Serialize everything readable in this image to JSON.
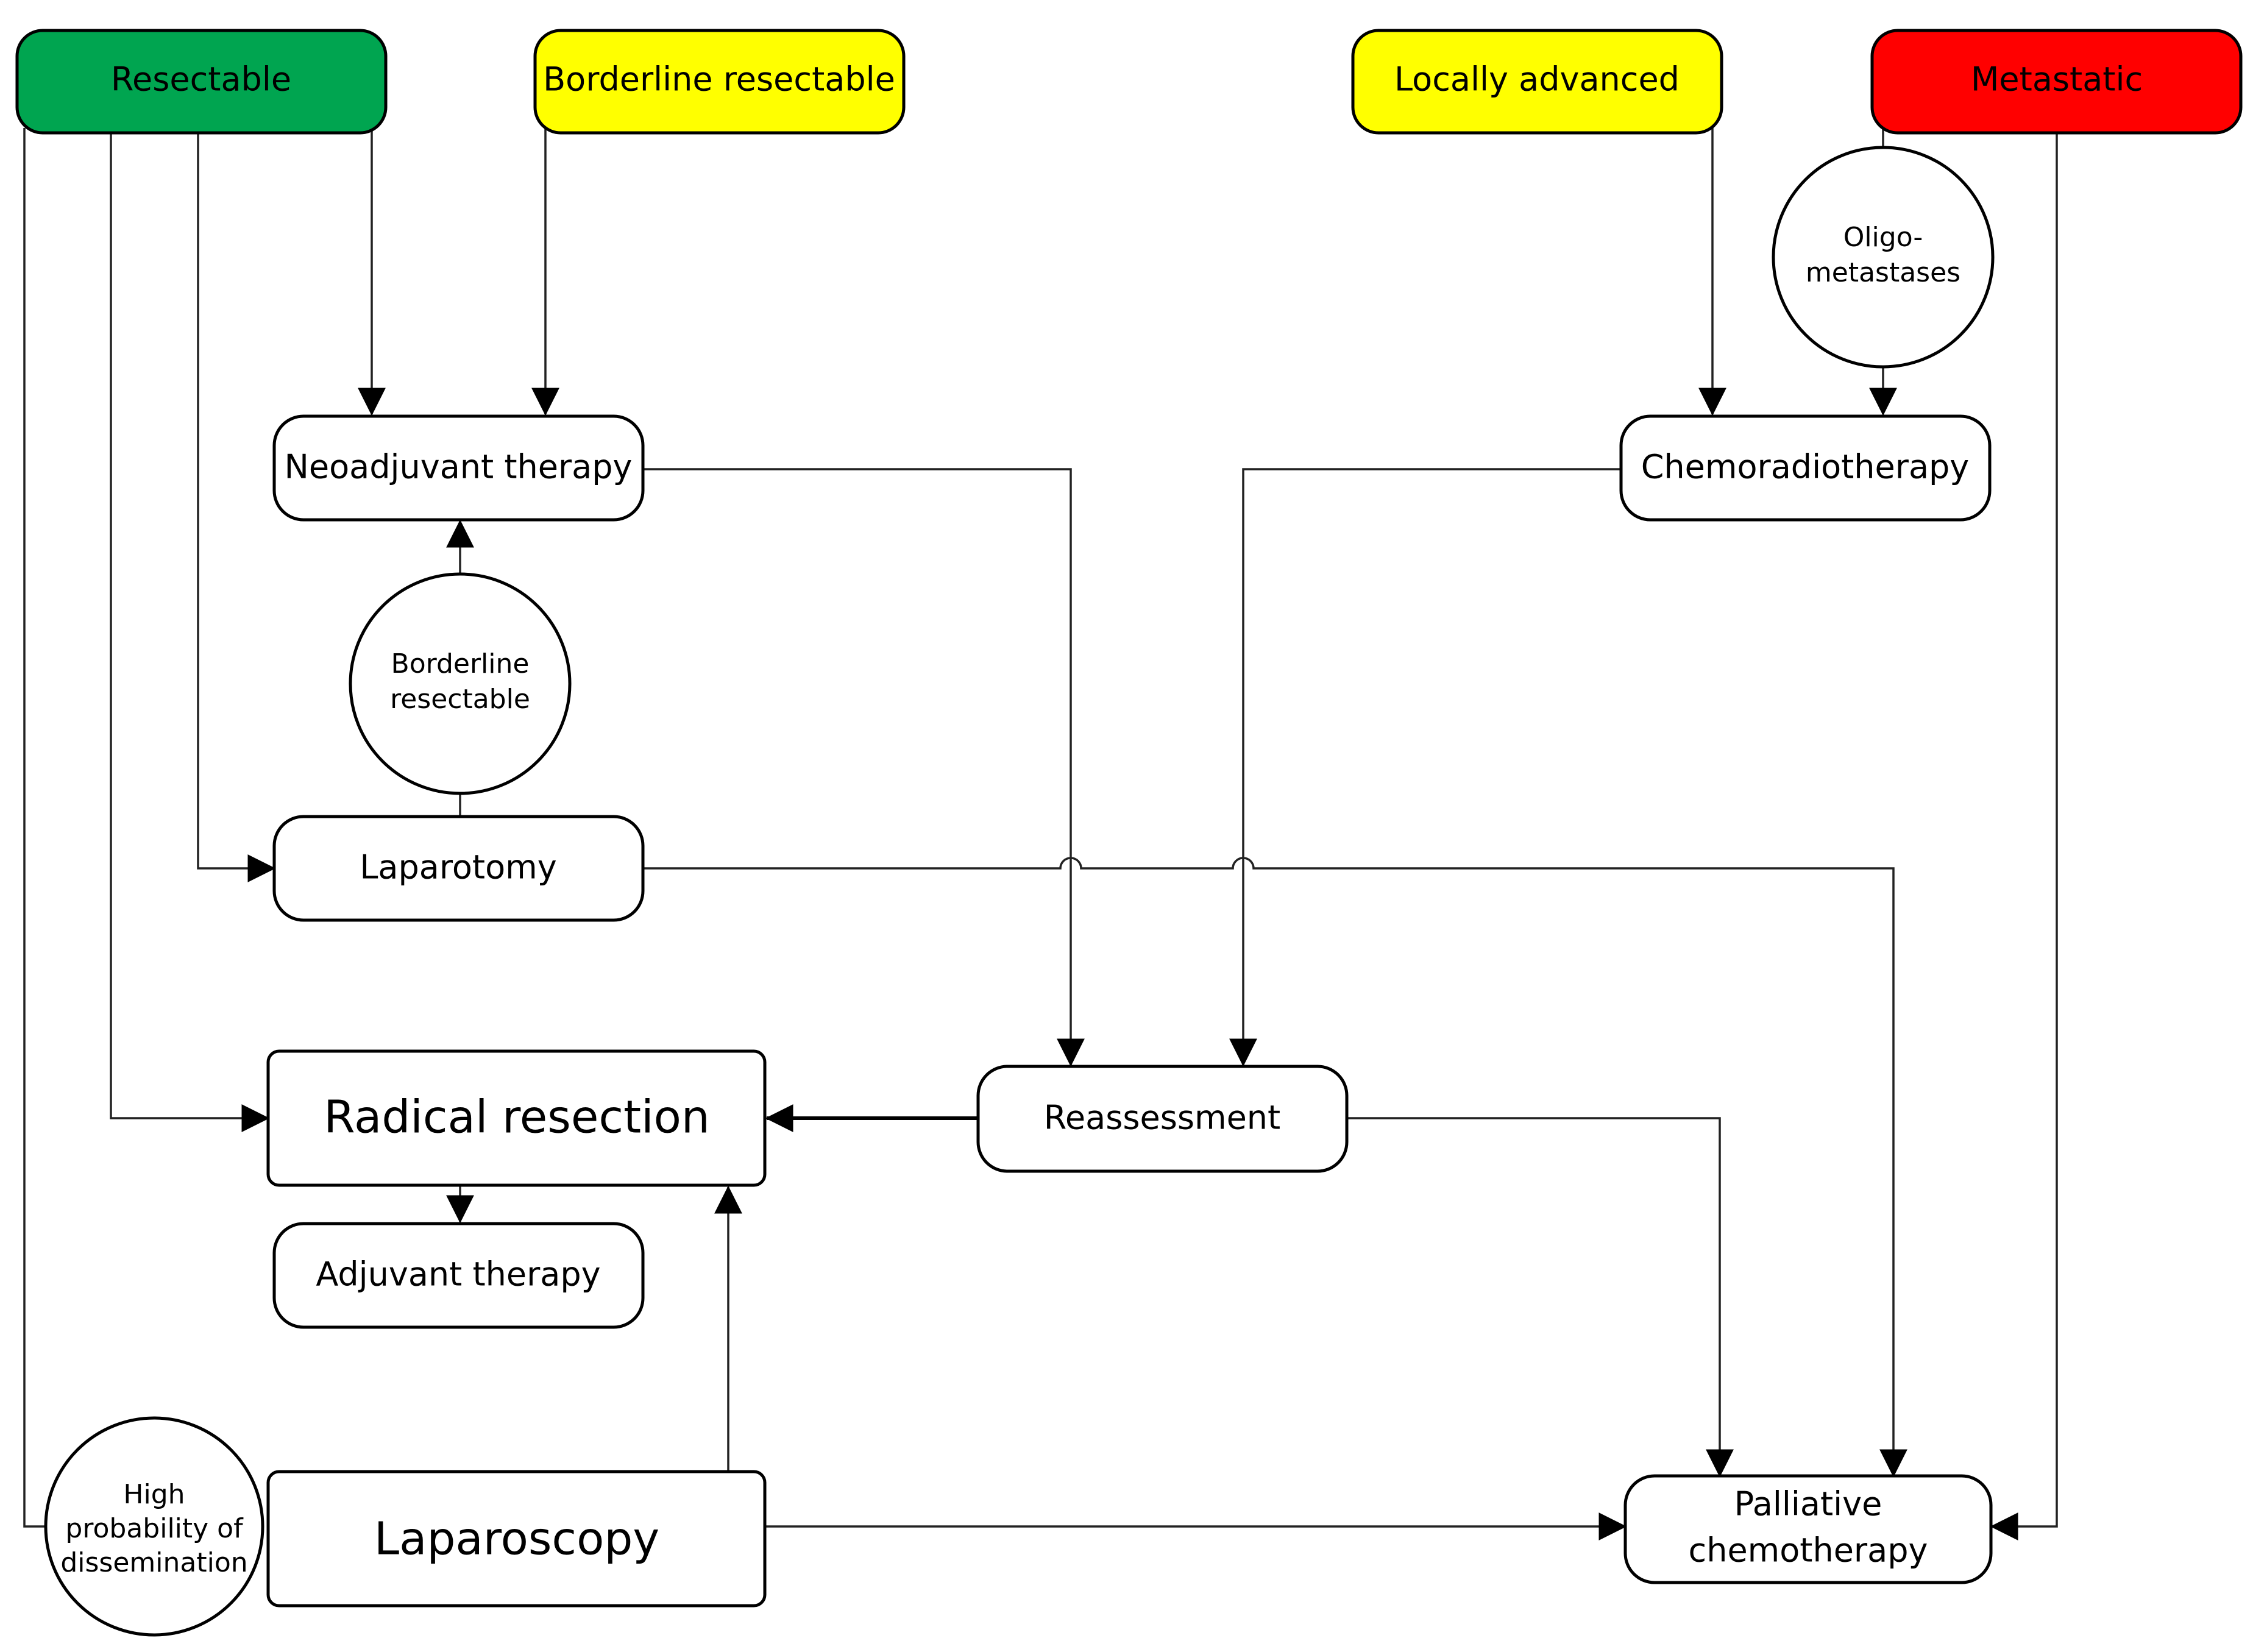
{
  "stages": {
    "resectable": "Resectable",
    "borderline": "Borderline resectable",
    "locally_advanced": "Locally advanced",
    "metastatic": "Metastatic"
  },
  "nodes": {
    "neoadjuvant": "Neoadjuvant therapy",
    "chemoradiotherapy": "Chemoradiotherapy",
    "laparotomy": "Laparotomy",
    "radical_resection": "Radical resection",
    "reassessment": "Reassessment",
    "adjuvant": "Adjuvant therapy",
    "laparoscopy": "Laparoscopy",
    "palliative_line1": "Palliative",
    "palliative_line2": "chemotherapy"
  },
  "circles": {
    "oligo_line1": "Oligo-",
    "oligo_line2": "metastases",
    "borderline_line1": "Borderline",
    "borderline_line2": "resectable",
    "dissemination_line1": "High",
    "dissemination_line2": "probability of",
    "dissemination_line3": "dissemination"
  },
  "colors": {
    "resectable": "#00A550",
    "borderline": "#FFFF00",
    "locally_advanced": "#FFFF00",
    "metastatic": "#FF0000",
    "node_fill": "#FFFFFF",
    "stroke": "#000000"
  }
}
